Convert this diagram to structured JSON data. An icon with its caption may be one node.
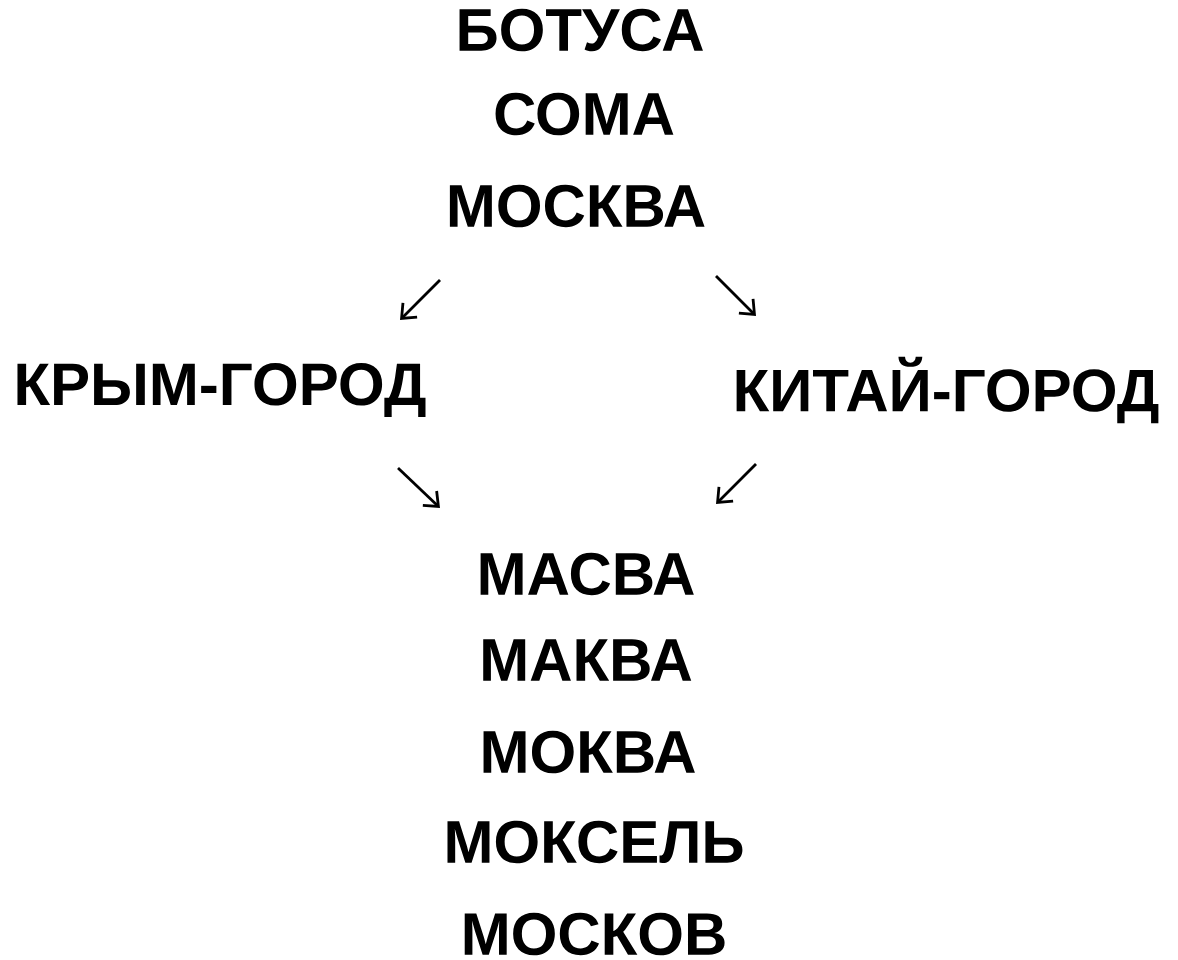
{
  "diagram": {
    "nodes": [
      {
        "text": [
          "БОТУСА"
        ]
      },
      {
        "text": [
          "СОМА"
        ]
      },
      {
        "text": [
          "МОСКВА"
        ]
      },
      {
        "text": [
          "КРЫМ-ГОРОД"
        ]
      },
      {
        "text": [
          "КИТАЙ-ГОРОД"
        ]
      },
      {
        "text": [
          "МАСВА"
        ]
      },
      {
        "text": [
          "МАКВА"
        ]
      },
      {
        "text": [
          "МОКВА"
        ]
      },
      {
        "text": [
          "МОКСЕЛЬ"
        ]
      },
      {
        "text": [
          "МОСКОВ"
        ]
      }
    ],
    "edges": [
      {
        "from": 2,
        "to": 3,
        "arrow": "to"
      },
      {
        "from": 2,
        "to": 4,
        "arrow": "to"
      },
      {
        "from": 3,
        "to": 5,
        "arrow": "to"
      },
      {
        "from": 4,
        "to": 5,
        "arrow": "to"
      }
    ]
  }
}
